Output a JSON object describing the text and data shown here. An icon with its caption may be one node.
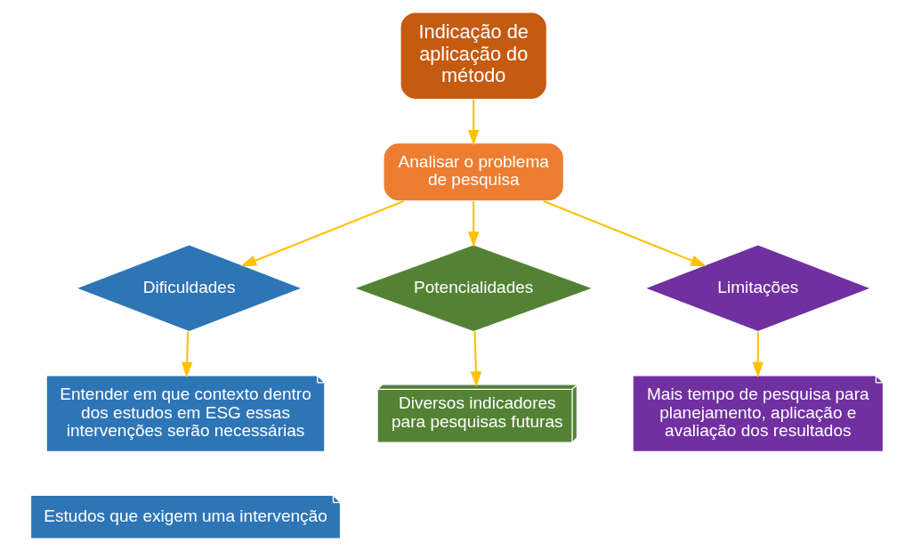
{
  "diagram": {
    "nodes": [
      {
        "text": [
          "Indicação de aplicação do método"
        ]
      },
      {
        "text": [
          "Analisar o problema de pesquisa"
        ]
      },
      {
        "text": [
          "Dificuldades"
        ]
      },
      {
        "text": [
          "Potencialidades"
        ]
      },
      {
        "text": [
          "Limitações"
        ]
      },
      {
        "text": [
          "Entender em que contexto dentro dos estudos em ESG essas intervenções serão necessárias"
        ]
      },
      {
        "text": [
          "Estudos que exigem uma intervenção"
        ]
      },
      {
        "text": [
          "Diversos indicadores para pesquisas futuras"
        ]
      },
      {
        "text": [
          "Mais tempo de pesquisa para planejamento, aplicação e avaliação dos resultados"
        ]
      }
    ],
    "edges": [
      {
        "from": 0,
        "to": 1,
        "arrow": "to"
      },
      {
        "from": 1,
        "to": 2,
        "arrow": "to"
      },
      {
        "from": 1,
        "to": 3,
        "arrow": "to"
      },
      {
        "from": 1,
        "to": 4,
        "arrow": "to"
      },
      {
        "from": 2,
        "to": 5,
        "arrow": "to"
      },
      {
        "from": 3,
        "to": 7,
        "arrow": "to"
      },
      {
        "from": 4,
        "to": 8,
        "arrow": "to"
      }
    ]
  }
}
